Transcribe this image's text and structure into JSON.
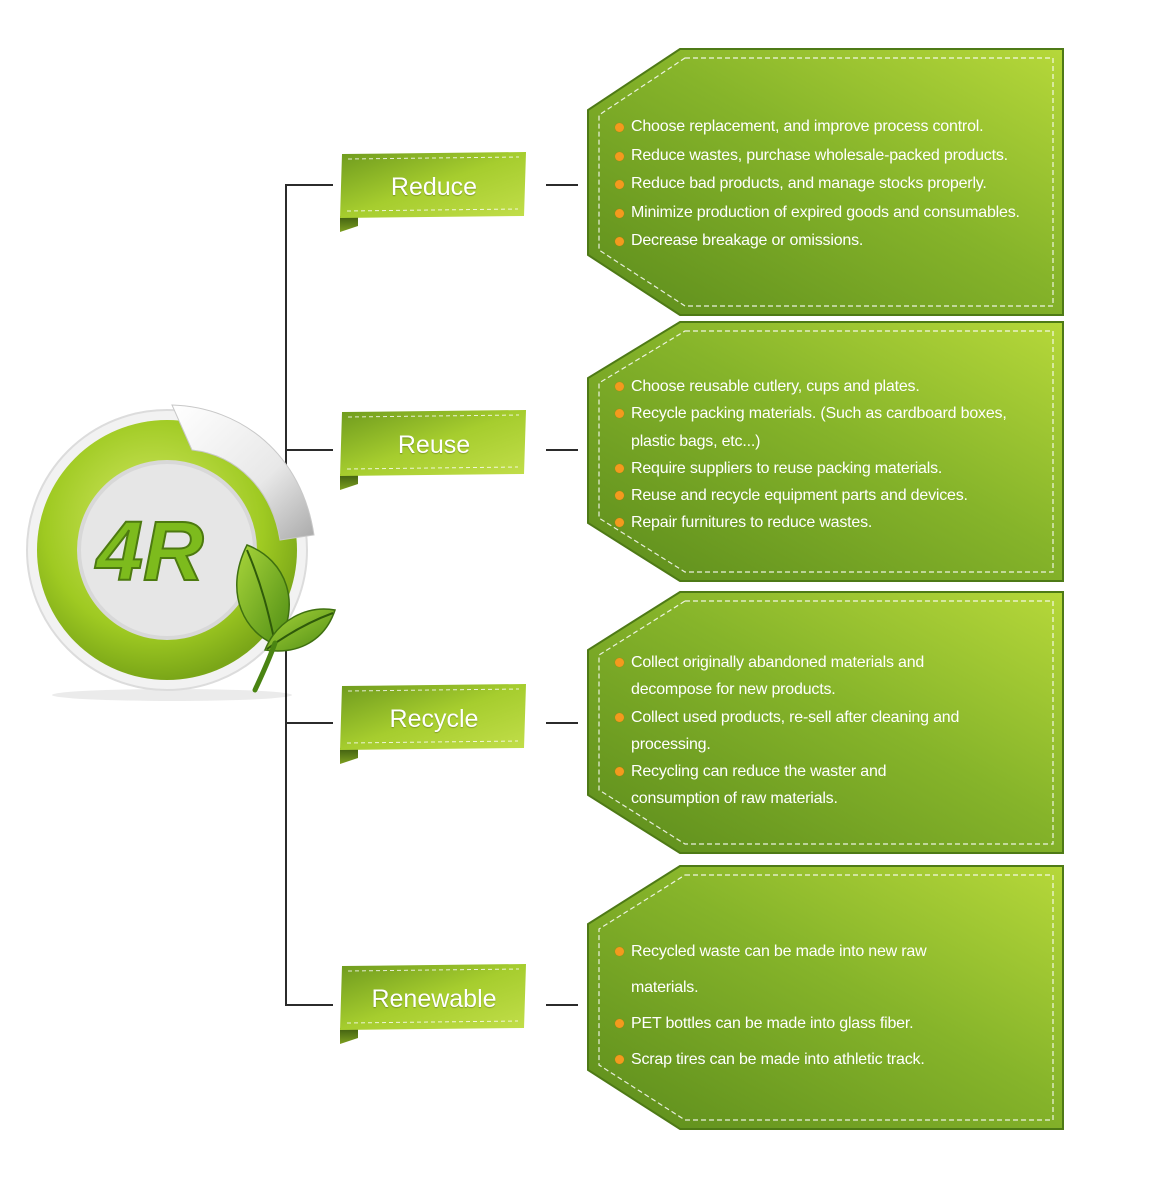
{
  "diagram": {
    "badge_text": "4R",
    "accent_colors": {
      "panel_dark": "#5f8f1f",
      "panel_light": "#b7d93a",
      "bullet": "#f39a1e",
      "ribbon": "#8fbf1f"
    },
    "icons": [
      "leaf-icon",
      "peeled-sticker-icon"
    ],
    "items": [
      {
        "label": "Reduce",
        "points": [
          "Choose replacement, and improve process control.",
          "Reduce wastes, purchase wholesale-packed products.",
          "Reduce bad products, and manage stocks properly.",
          "Minimize production of expired goods and consumables.",
          "Decrease breakage or omissions."
        ]
      },
      {
        "label": "Reuse",
        "points": [
          "Choose reusable cutlery, cups and plates.",
          "Recycle packing materials. (Such as cardboard boxes, plastic bags, etc...)",
          "Require suppliers to reuse packing materials.",
          "Reuse and recycle equipment parts and devices.",
          "Repair furnitures to reduce wastes."
        ]
      },
      {
        "label": "Recycle",
        "points": [
          "Collect originally abandoned materials and decompose for new products.",
          "Collect used products, re-sell after cleaning and processing.",
          "Recycling can reduce the waster and consumption of raw materials."
        ]
      },
      {
        "label": "Renewable",
        "points": [
          "Recycled waste can be made into new raw materials.",
          "PET bottles can be made into glass fiber.",
          "Scrap tires can be made into athletic track."
        ]
      }
    ]
  }
}
